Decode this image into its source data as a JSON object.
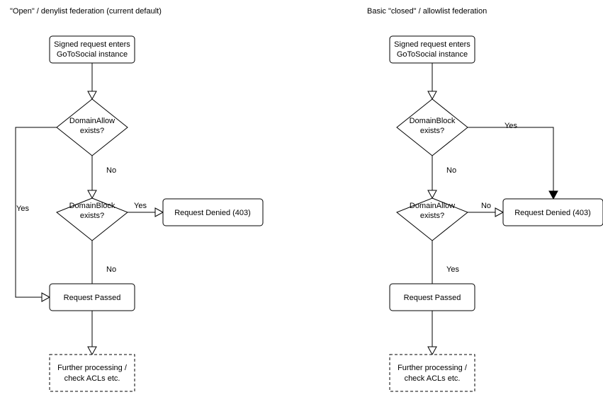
{
  "panels": [
    {
      "title": "\"Open\" / denylist federation (current default)",
      "nodes": {
        "entry_line1": "Signed request enters",
        "entry_line2": "GoToSocial instance",
        "decision1_line1": "DomainAllow",
        "decision1_line2": "exists?",
        "decision2_line1": "DomainBlock",
        "decision2_line2": "exists?",
        "denied": "Request Denied (403)",
        "passed": "Request Passed",
        "further_line1": "Further processing /",
        "further_line2": "check ACLs etc."
      },
      "labels": {
        "decision1_no": "No",
        "decision1_yes": "Yes",
        "decision2_yes": "Yes",
        "decision2_no": "No"
      }
    },
    {
      "title": "Basic \"closed\" / allowlist federation",
      "nodes": {
        "entry_line1": "Signed request enters",
        "entry_line2": "GoToSocial instance",
        "decision1_line1": "DomainBlock",
        "decision1_line2": "exists?",
        "decision2_line1": "DomainAllow",
        "decision2_line2": "exists?",
        "denied": "Request Denied (403)",
        "passed": "Request Passed",
        "further_line1": "Further processing /",
        "further_line2": "check ACLs etc."
      },
      "labels": {
        "decision1_yes": "Yes",
        "decision1_no": "No",
        "decision2_no": "No",
        "decision2_yes": "Yes"
      }
    }
  ],
  "colors": {
    "stroke": "#000000",
    "fill": "#ffffff",
    "text": "#000000"
  }
}
